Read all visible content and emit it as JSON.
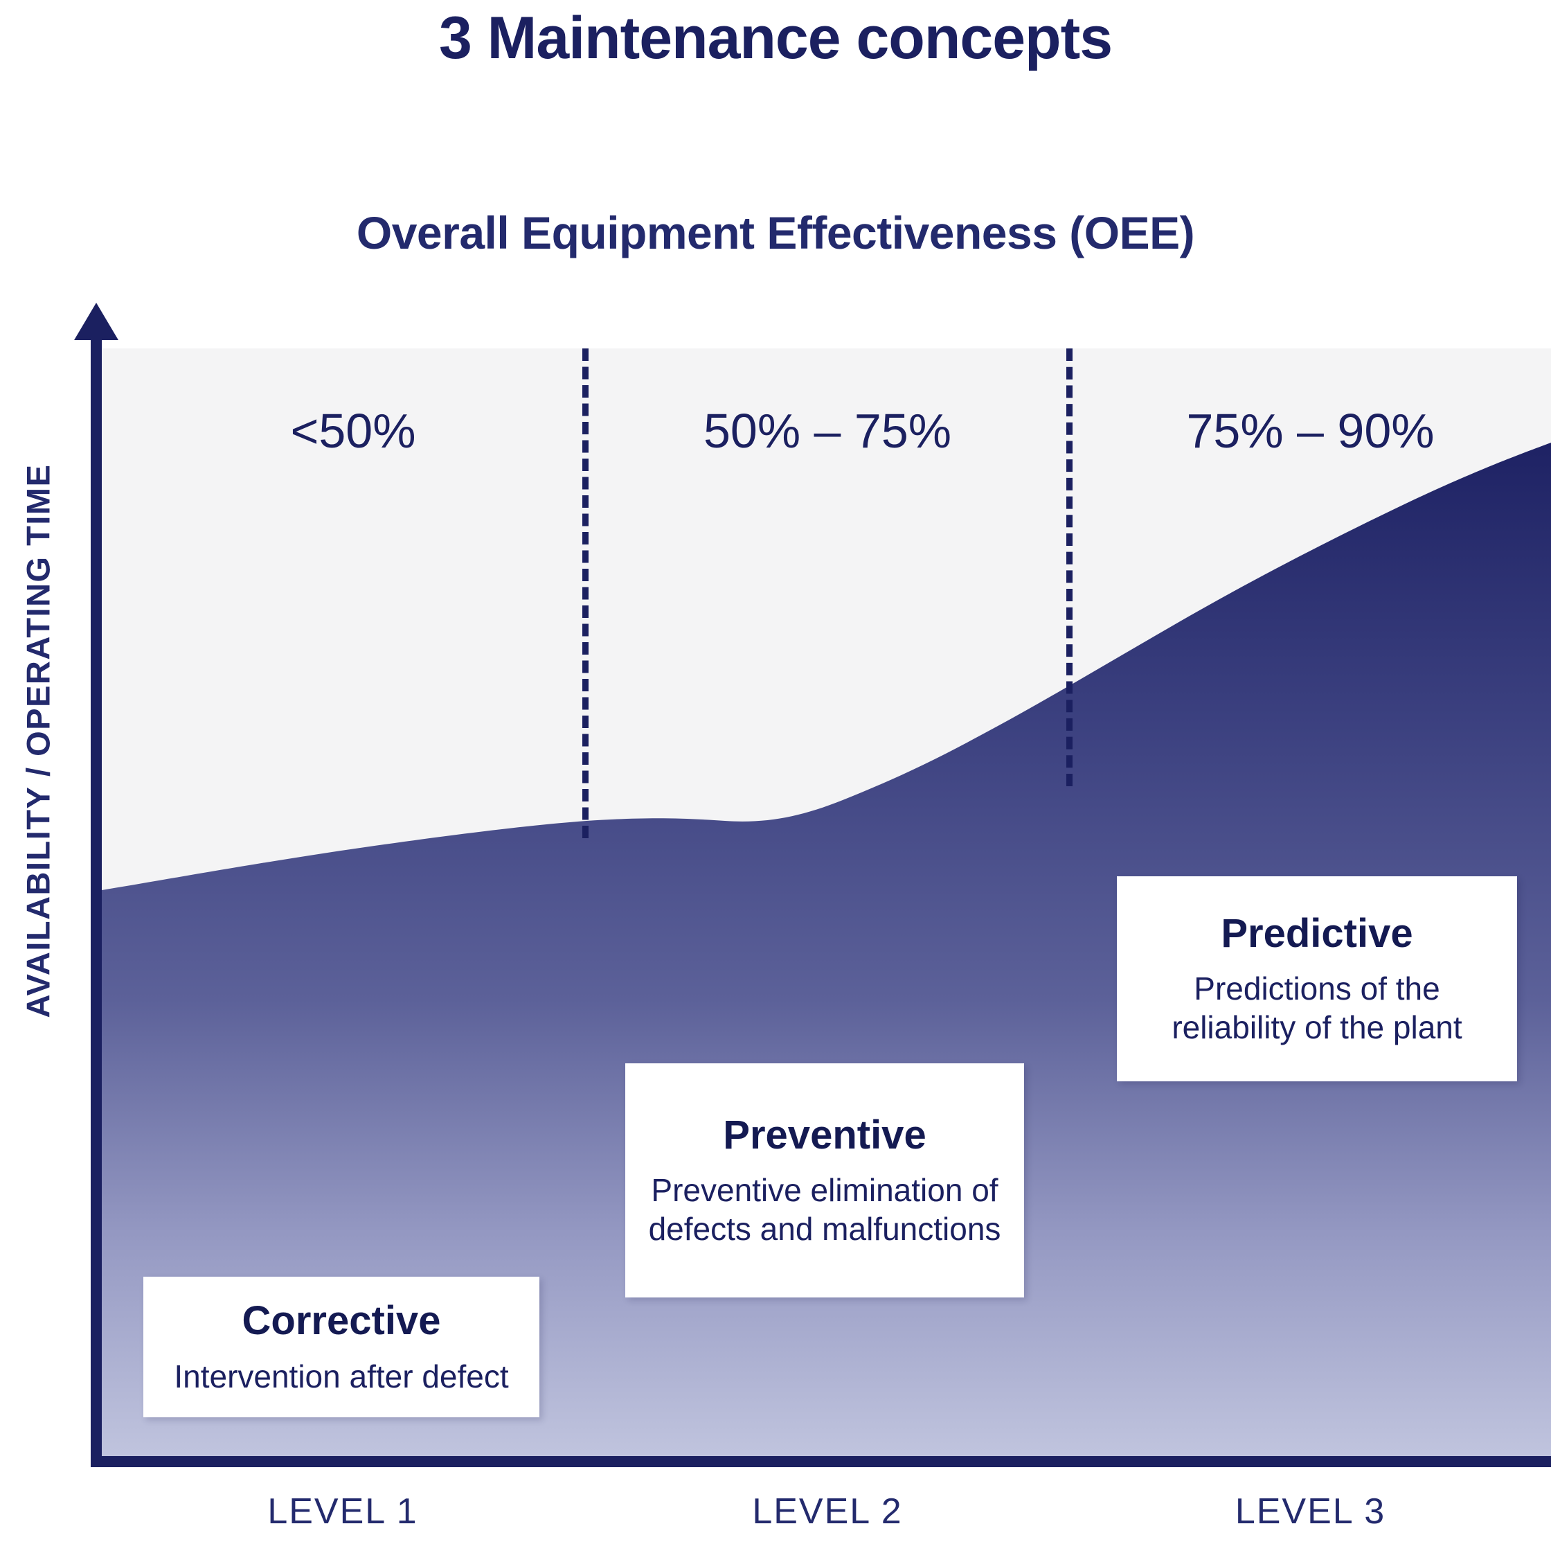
{
  "header": {
    "title": "3 Maintenance concepts",
    "subtitle": "Overall Equipment Effectiveness (OEE)"
  },
  "axes": {
    "y_label": "AVAILABILITY / OPERATING TIME",
    "x_labels": [
      "LEVEL 1",
      "LEVEL 2",
      "LEVEL 3"
    ]
  },
  "bands": [
    {
      "oee": "<50%"
    },
    {
      "oee": "50% – 75%"
    },
    {
      "oee": "75% – 90%"
    }
  ],
  "callouts": [
    {
      "title": "Corrective",
      "description": "Intervention after defect"
    },
    {
      "title": "Preventive",
      "description": "Preventive elimination of defects and malfunctions"
    },
    {
      "title": "Predictive",
      "description": "Predictions of the reliability of the plant"
    }
  ],
  "colors": {
    "navy": "#1b2060",
    "deep_navy": "#141a52",
    "area_top": "#1e2264",
    "area_bottom": "#bfc3dd",
    "plot_background": "#f4f4f5",
    "page_background": "#ffffff",
    "callout_background": "#ffffff"
  },
  "chart_data": {
    "type": "area",
    "title": "Overall Equipment Effectiveness (OEE)",
    "xlabel": "",
    "ylabel": "AVAILABILITY / OPERATING TIME",
    "grid": false,
    "legend": "none",
    "x": [
      "LEVEL 1",
      "LEVEL 2",
      "LEVEL 3"
    ],
    "categories": [
      "LEVEL 1",
      "LEVEL 2",
      "LEVEL 3"
    ],
    "band_labels": [
      "<50%",
      "50% – 75%",
      "75% – 90%"
    ],
    "band_value_ranges": [
      [
        0,
        50
      ],
      [
        50,
        75
      ],
      [
        75,
        90
      ]
    ],
    "series": [
      {
        "name": "Availability / Operating time",
        "values": [
          50,
          75,
          90
        ]
      }
    ],
    "annotations": [
      {
        "label": "Corrective",
        "text": "Intervention after defect",
        "band": "LEVEL 1"
      },
      {
        "label": "Preventive",
        "text": "Preventive elimination of defects and malfunctions",
        "band": "LEVEL 2"
      },
      {
        "label": "Predictive",
        "text": "Predictions of the reliability of the plant",
        "band": "LEVEL 3"
      }
    ],
    "curve_points_normalized": [
      [
        0.0,
        0.49
      ],
      [
        0.1,
        0.52
      ],
      [
        0.2,
        0.54
      ],
      [
        0.28,
        0.555
      ],
      [
        0.33,
        0.56
      ],
      [
        0.4,
        0.555
      ],
      [
        0.47,
        0.555
      ],
      [
        0.55,
        0.58
      ],
      [
        0.62,
        0.6
      ],
      [
        0.7,
        0.635
      ],
      [
        0.8,
        0.685
      ],
      [
        0.9,
        0.73
      ],
      [
        1.0,
        0.79
      ]
    ]
  }
}
